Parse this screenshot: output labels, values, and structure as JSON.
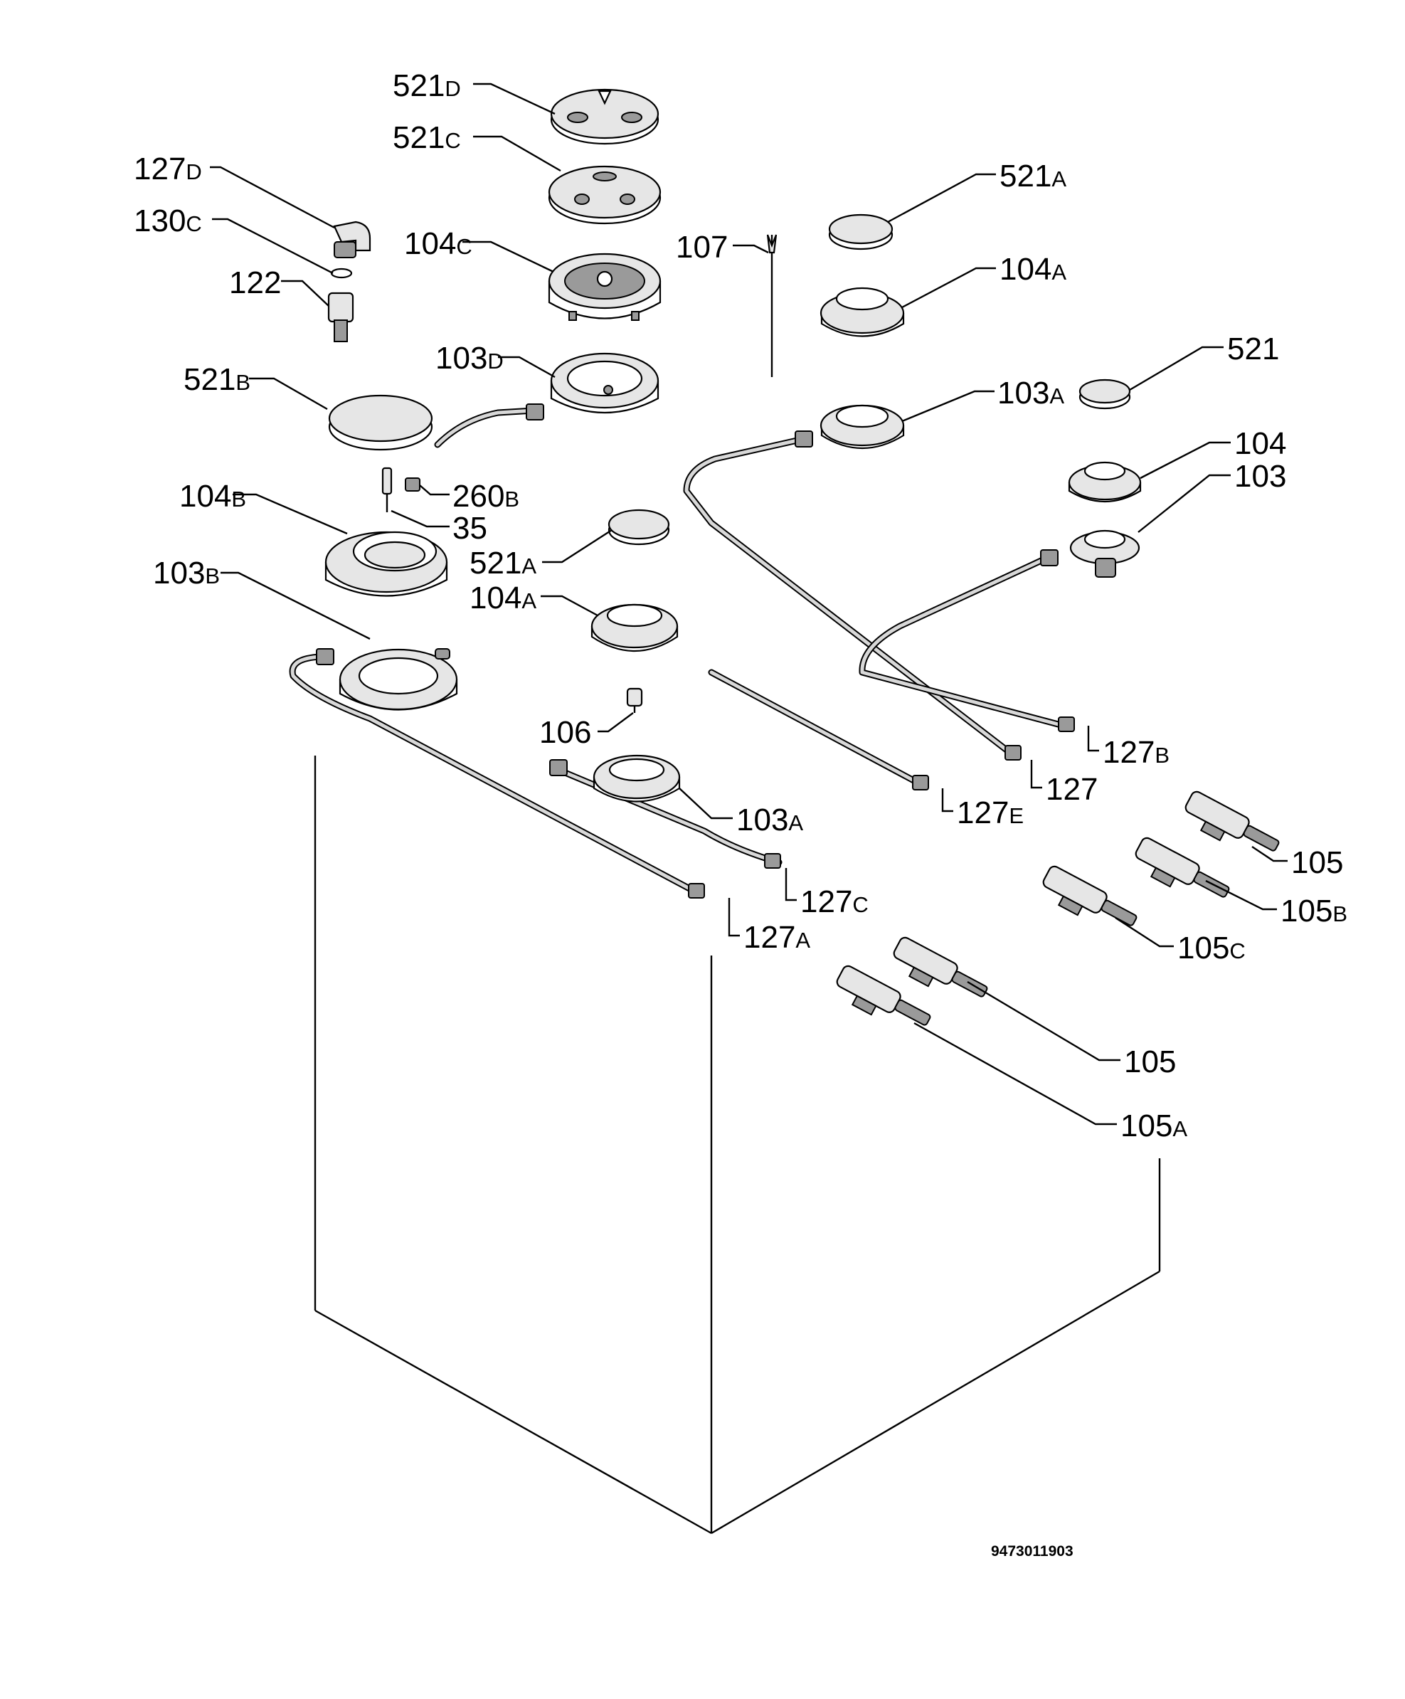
{
  "diagram": {
    "drawing_number": "9473011903",
    "labels": [
      {
        "id": "521d",
        "main": "521",
        "suffix": "D"
      },
      {
        "id": "521c",
        "main": "521",
        "suffix": "C"
      },
      {
        "id": "127d",
        "main": "127",
        "suffix": "D"
      },
      {
        "id": "130c",
        "main": "130",
        "suffix": "C"
      },
      {
        "id": "104c",
        "main": "104",
        "suffix": "C"
      },
      {
        "id": "107",
        "main": "107",
        "suffix": ""
      },
      {
        "id": "521a-top",
        "main": "521",
        "suffix": "A"
      },
      {
        "id": "122",
        "main": "122",
        "suffix": ""
      },
      {
        "id": "104a-top",
        "main": "104",
        "suffix": "A"
      },
      {
        "id": "103d",
        "main": "103",
        "suffix": "D"
      },
      {
        "id": "521",
        "main": "521",
        "suffix": ""
      },
      {
        "id": "521b",
        "main": "521",
        "suffix": "B"
      },
      {
        "id": "103a-top",
        "main": "103",
        "suffix": "A"
      },
      {
        "id": "104",
        "main": "104",
        "suffix": ""
      },
      {
        "id": "103",
        "main": "103",
        "suffix": ""
      },
      {
        "id": "260b",
        "main": "260",
        "suffix": "B"
      },
      {
        "id": "104b",
        "main": "104",
        "suffix": "B"
      },
      {
        "id": "35",
        "main": "35",
        "suffix": ""
      },
      {
        "id": "521a-mid",
        "main": "521",
        "suffix": "A"
      },
      {
        "id": "103b",
        "main": "103",
        "suffix": "B"
      },
      {
        "id": "104a-mid",
        "main": "104",
        "suffix": "A"
      },
      {
        "id": "106",
        "main": "106",
        "suffix": ""
      },
      {
        "id": "127b",
        "main": "127",
        "suffix": "B"
      },
      {
        "id": "127",
        "main": "127",
        "suffix": ""
      },
      {
        "id": "127e",
        "main": "127",
        "suffix": "E"
      },
      {
        "id": "103a-low",
        "main": "103",
        "suffix": "A"
      },
      {
        "id": "105-right",
        "main": "105",
        "suffix": ""
      },
      {
        "id": "127c",
        "main": "127",
        "suffix": "C"
      },
      {
        "id": "105b",
        "main": "105",
        "suffix": "B"
      },
      {
        "id": "127a",
        "main": "127",
        "suffix": "A"
      },
      {
        "id": "105c",
        "main": "105",
        "suffix": "C"
      },
      {
        "id": "105-low",
        "main": "105",
        "suffix": ""
      },
      {
        "id": "105a",
        "main": "105",
        "suffix": "A"
      }
    ]
  }
}
